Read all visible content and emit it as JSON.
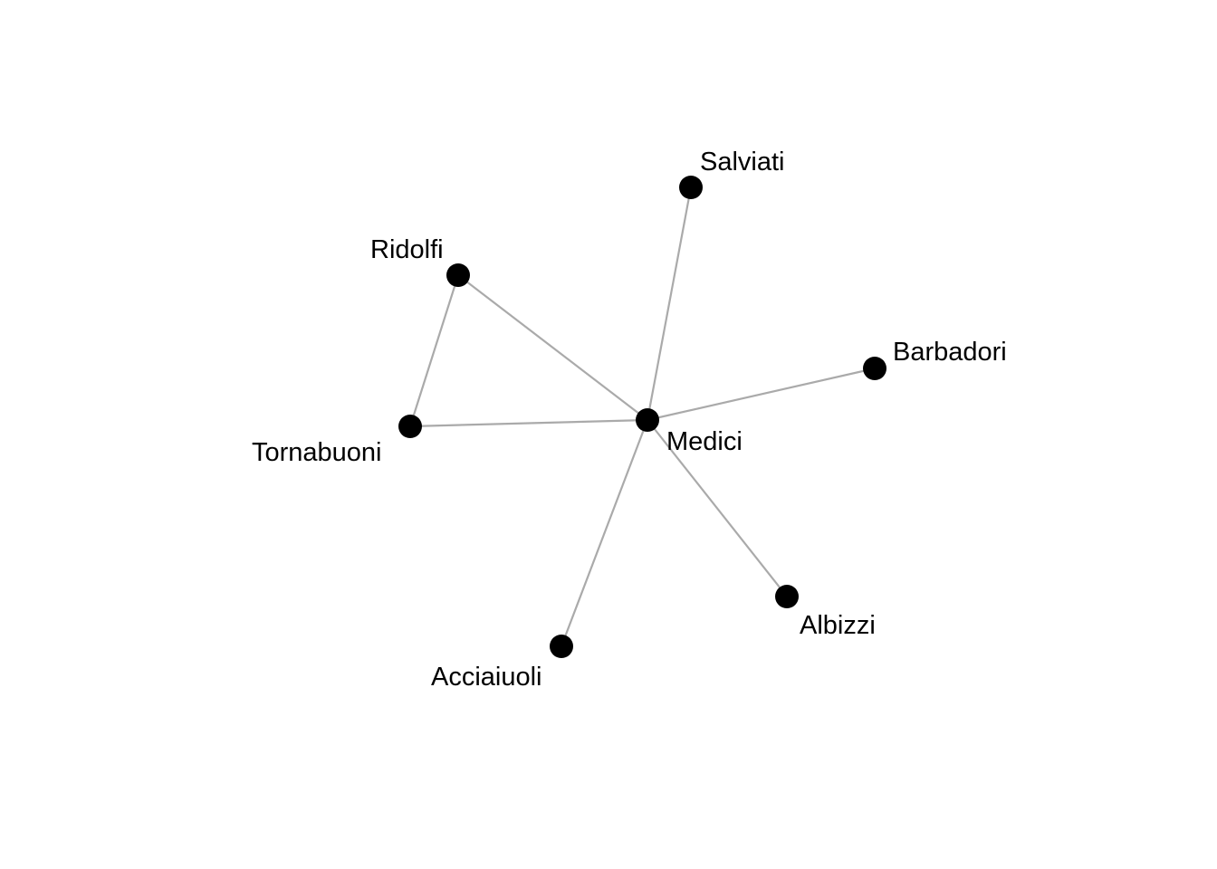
{
  "diagram": {
    "type": "network",
    "nodes": [
      {
        "id": "Salviati",
        "label": "Salviati"
      },
      {
        "id": "Ridolfi",
        "label": "Ridolfi"
      },
      {
        "id": "Barbadori",
        "label": "Barbadori"
      },
      {
        "id": "Tornabuoni",
        "label": "Tornabuoni"
      },
      {
        "id": "Medici",
        "label": "Medici"
      },
      {
        "id": "Albizzi",
        "label": "Albizzi"
      },
      {
        "id": "Acciaiuoli",
        "label": "Acciaiuoli"
      }
    ],
    "edges": [
      [
        "Medici",
        "Salviati"
      ],
      [
        "Medici",
        "Ridolfi"
      ],
      [
        "Medici",
        "Barbadori"
      ],
      [
        "Medici",
        "Tornabuoni"
      ],
      [
        "Medici",
        "Albizzi"
      ],
      [
        "Medici",
        "Acciaiuoli"
      ],
      [
        "Ridolfi",
        "Tornabuoni"
      ]
    ],
    "colors": {
      "edge": "#aaaaaa",
      "node": "#000000",
      "label": "#000000"
    }
  }
}
